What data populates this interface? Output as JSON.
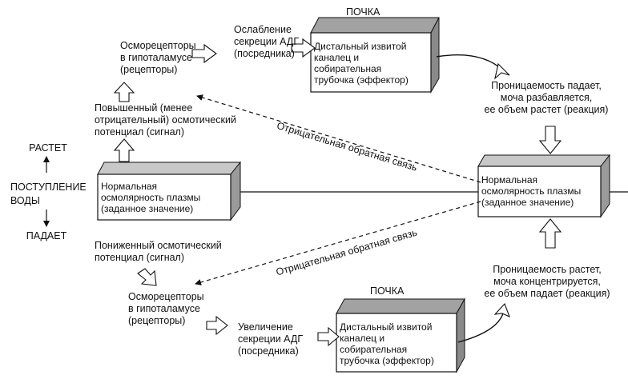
{
  "colors": {
    "line": "#111111",
    "box_front": "#ffffff",
    "box_side": "#9a9a9a",
    "box_top": "#c8c8c8",
    "box_top_dark": "#9c9c9c"
  },
  "left": {
    "rise_label": "РАСТЕТ",
    "intake_label": "ПОСТУПЛЕНИЕ\nВОДЫ",
    "fall_label": "ПАДАЕТ"
  },
  "left_box": {
    "text": "Нормальная\nосмолярность плазмы\n(заданное значение)"
  },
  "right_box": {
    "text": "Нормальная\nосмолярность плазмы\n(заданное значение)"
  },
  "top_path": {
    "signal": "Повышенный (менее\nотрицательный) осмотический\nпотенциал (сигнал)",
    "receptors": "Осморецепторы\nв гипоталамусе\n(рецепторы)",
    "mediator": "Ослабление\nсекреции АДГ\n(посредника)",
    "kidney_title": "ПОЧКА",
    "effector": "Дистальный извитой\nканалец и\nсобирательная\nтрубочка (эффектор)",
    "reaction": "Проницаемость падает,\nмоча разбавляется,\nее объем растет (реакция)"
  },
  "bottom_path": {
    "signal": "Пониженный осмотический\nпотенциал (сигнал)",
    "receptors": "Осморецепторы\nв гипоталамусе\n(рецепторы)",
    "mediator": "Увеличение\nсекреции АДГ\n(посредника)",
    "kidney_title": "ПОЧКА",
    "effector": "Дистальный извитой\nканалец и\nсобирательная\nтрубочка (эффектор)",
    "reaction": "Проницаемость растет,\nмоча концентрируется,\nее объем падает (реакция)"
  },
  "feedback_top": "Отрицательная обратная связь",
  "feedback_bottom": "Отрицательная обратная связь"
}
